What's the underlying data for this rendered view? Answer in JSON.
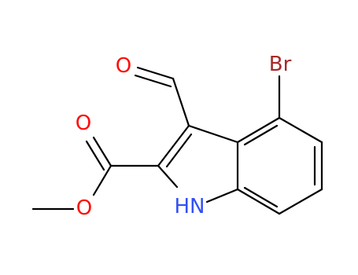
{
  "molecule": {
    "atom_labels": {
      "bromine": "Br",
      "aldehyde_oxygen": "O",
      "carbonyl_oxygen": "O",
      "ester_oxygen": "O",
      "indole_nitrogen": "HN"
    },
    "colors": {
      "bond": "#000000",
      "oxygen": "#ff0d0d",
      "nitrogen": "#3050f8",
      "bromine": "#a62929"
    }
  }
}
